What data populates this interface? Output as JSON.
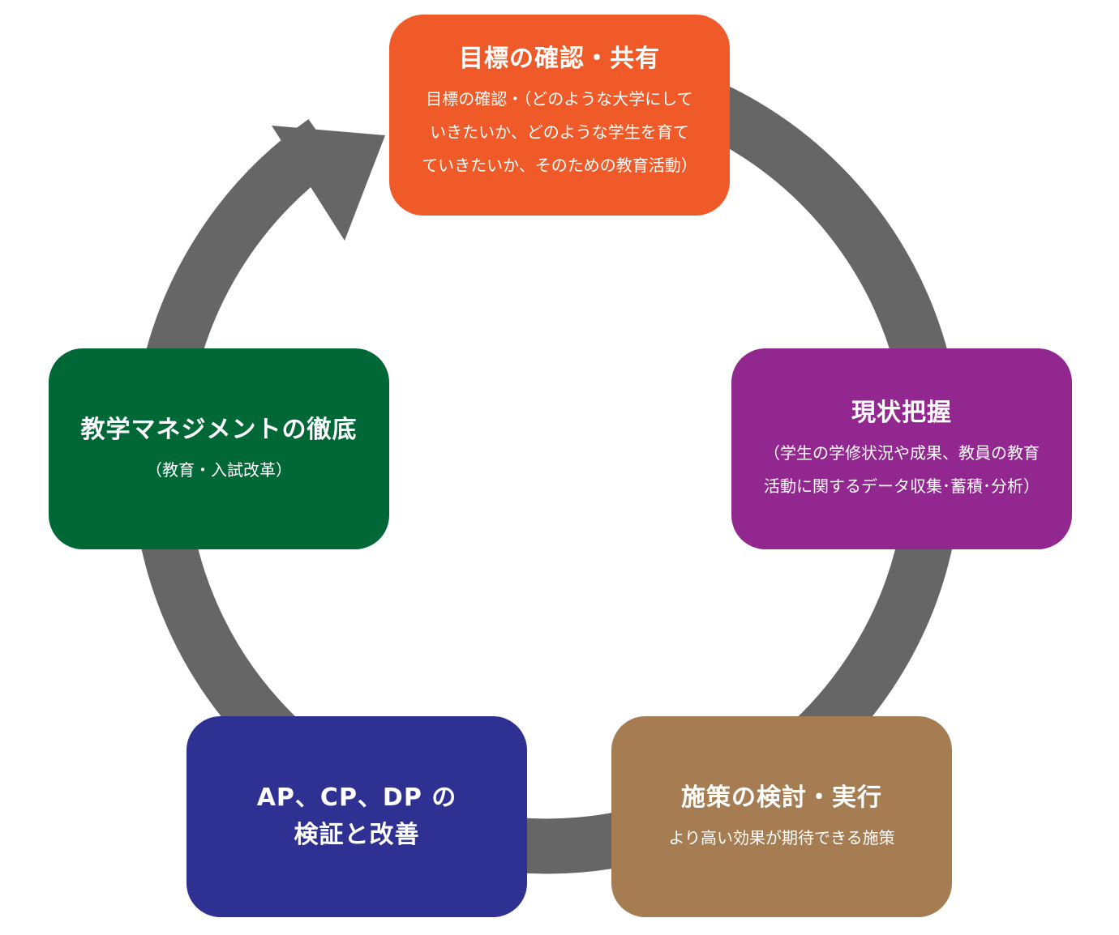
{
  "colors": {
    "arrow": "#666666",
    "goal": "#F05A28",
    "status": "#92278F",
    "measures": "#A67C52",
    "policy": "#2E3192",
    "management": "#006837"
  },
  "steps": [
    {
      "id": "goal",
      "title": "目標の確認・共有",
      "description": "目標の確認・（どのような大学にして\nいきたいか、どのような学生を育て\nていきたいか、そのための教育活動）"
    },
    {
      "id": "status",
      "title": "現状把握",
      "description": "（学生の学修状況や成果、教員の教育\n活動に関するデータ収集･蓄積･分析）"
    },
    {
      "id": "measures",
      "title": "施策の検討・実行",
      "description": "より高い効果が期待できる施策"
    },
    {
      "id": "policy",
      "title": "AP、CP、DP の\n検証と改善",
      "description": ""
    },
    {
      "id": "management",
      "title": "教学マネジメントの徹底",
      "description": "（教育・入試改革）"
    }
  ]
}
